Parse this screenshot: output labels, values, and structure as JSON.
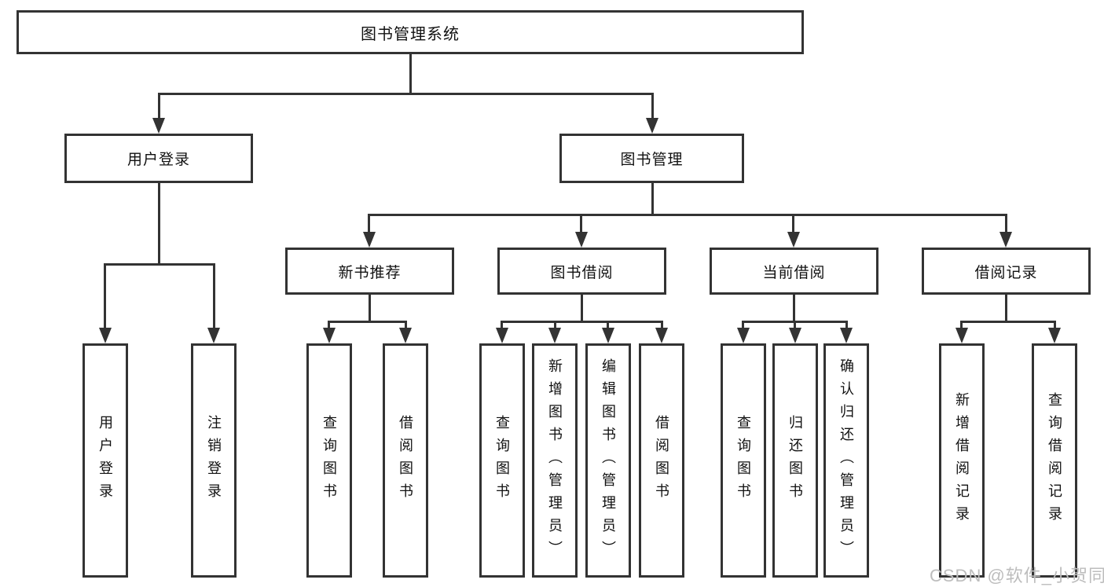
{
  "tree": {
    "label": "图书管理系统",
    "children": [
      {
        "label": "用户登录",
        "children": [
          {
            "label": "用户登录"
          },
          {
            "label": "注销登录"
          }
        ]
      },
      {
        "label": "图书管理",
        "children": [
          {
            "label": "新书推荐",
            "children": [
              {
                "label": "查询图书"
              },
              {
                "label": "借阅图书"
              }
            ]
          },
          {
            "label": "图书借阅",
            "children": [
              {
                "label": "查询图书"
              },
              {
                "label": "新增图书（管理员）"
              },
              {
                "label": "编辑图书（管理员）"
              },
              {
                "label": "借阅图书"
              }
            ]
          },
          {
            "label": "当前借阅",
            "children": [
              {
                "label": "查询图书"
              },
              {
                "label": "归还图书"
              },
              {
                "label": "确认归还（管理员）"
              }
            ]
          },
          {
            "label": "借阅记录",
            "children": [
              {
                "label": "新增借阅记录"
              },
              {
                "label": "查询借阅记录"
              }
            ]
          }
        ]
      }
    ]
  },
  "watermark": "CSDN @软件_小贺同学",
  "colors": {
    "line": "#333333",
    "text": "#111111",
    "watermark": "#bdbdbd",
    "background": "#ffffff"
  }
}
